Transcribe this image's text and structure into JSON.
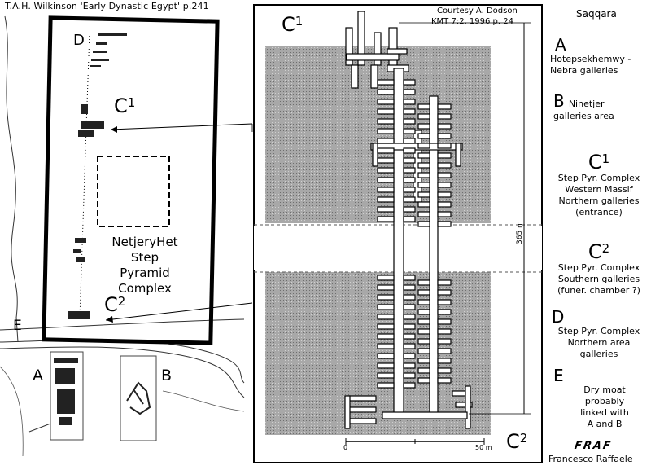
{
  "header": {
    "citation": "T.A.H. Wilkinson 'Early Dynastic Egypt' p.241",
    "site": "Saqqara"
  },
  "courtesy": {
    "line1": "Courtesy A. Dodson",
    "line2": "KMT 7:2, 1996 p. 24"
  },
  "plan": {
    "complex_name": [
      "NetjeryHet",
      "Step Pyramid",
      "Complex"
    ],
    "scale_zero": "0",
    "scale_end": "50 m",
    "length_label": "365 m"
  },
  "labels": {
    "D": "D",
    "C": "C",
    "sup1": "1",
    "sup2": "2",
    "E": "E",
    "A": "A",
    "B": "B"
  },
  "legend": {
    "A": {
      "letter": "A",
      "text": [
        "Hotepsekhemwy -",
        "Nebra    galleries"
      ]
    },
    "B": {
      "letter": "B",
      "text": [
        "Ninetjer",
        "galleries area"
      ]
    },
    "C1": {
      "letter": "C",
      "sup": "1",
      "text": [
        "Step Pyr. Complex",
        "Western Massif",
        "Northern galleries",
        "(entrance)"
      ]
    },
    "C2": {
      "letter": "C",
      "sup": "2",
      "text": [
        "Step Pyr. Complex",
        "Southern galleries",
        "(funer. chamber ?)"
      ]
    },
    "D": {
      "letter": "D",
      "text": [
        "Step Pyr. Complex",
        "Northern   area",
        "galleries"
      ]
    },
    "E": {
      "letter": "E",
      "text": [
        "Dry moat",
        "probably",
        "linked   with",
        "A and B"
      ]
    }
  },
  "signature": {
    "logo": "FRAF",
    "name": "Francesco  Raffaele"
  },
  "colors": {
    "stipple": "#9a9a9a",
    "line": "#000000"
  }
}
